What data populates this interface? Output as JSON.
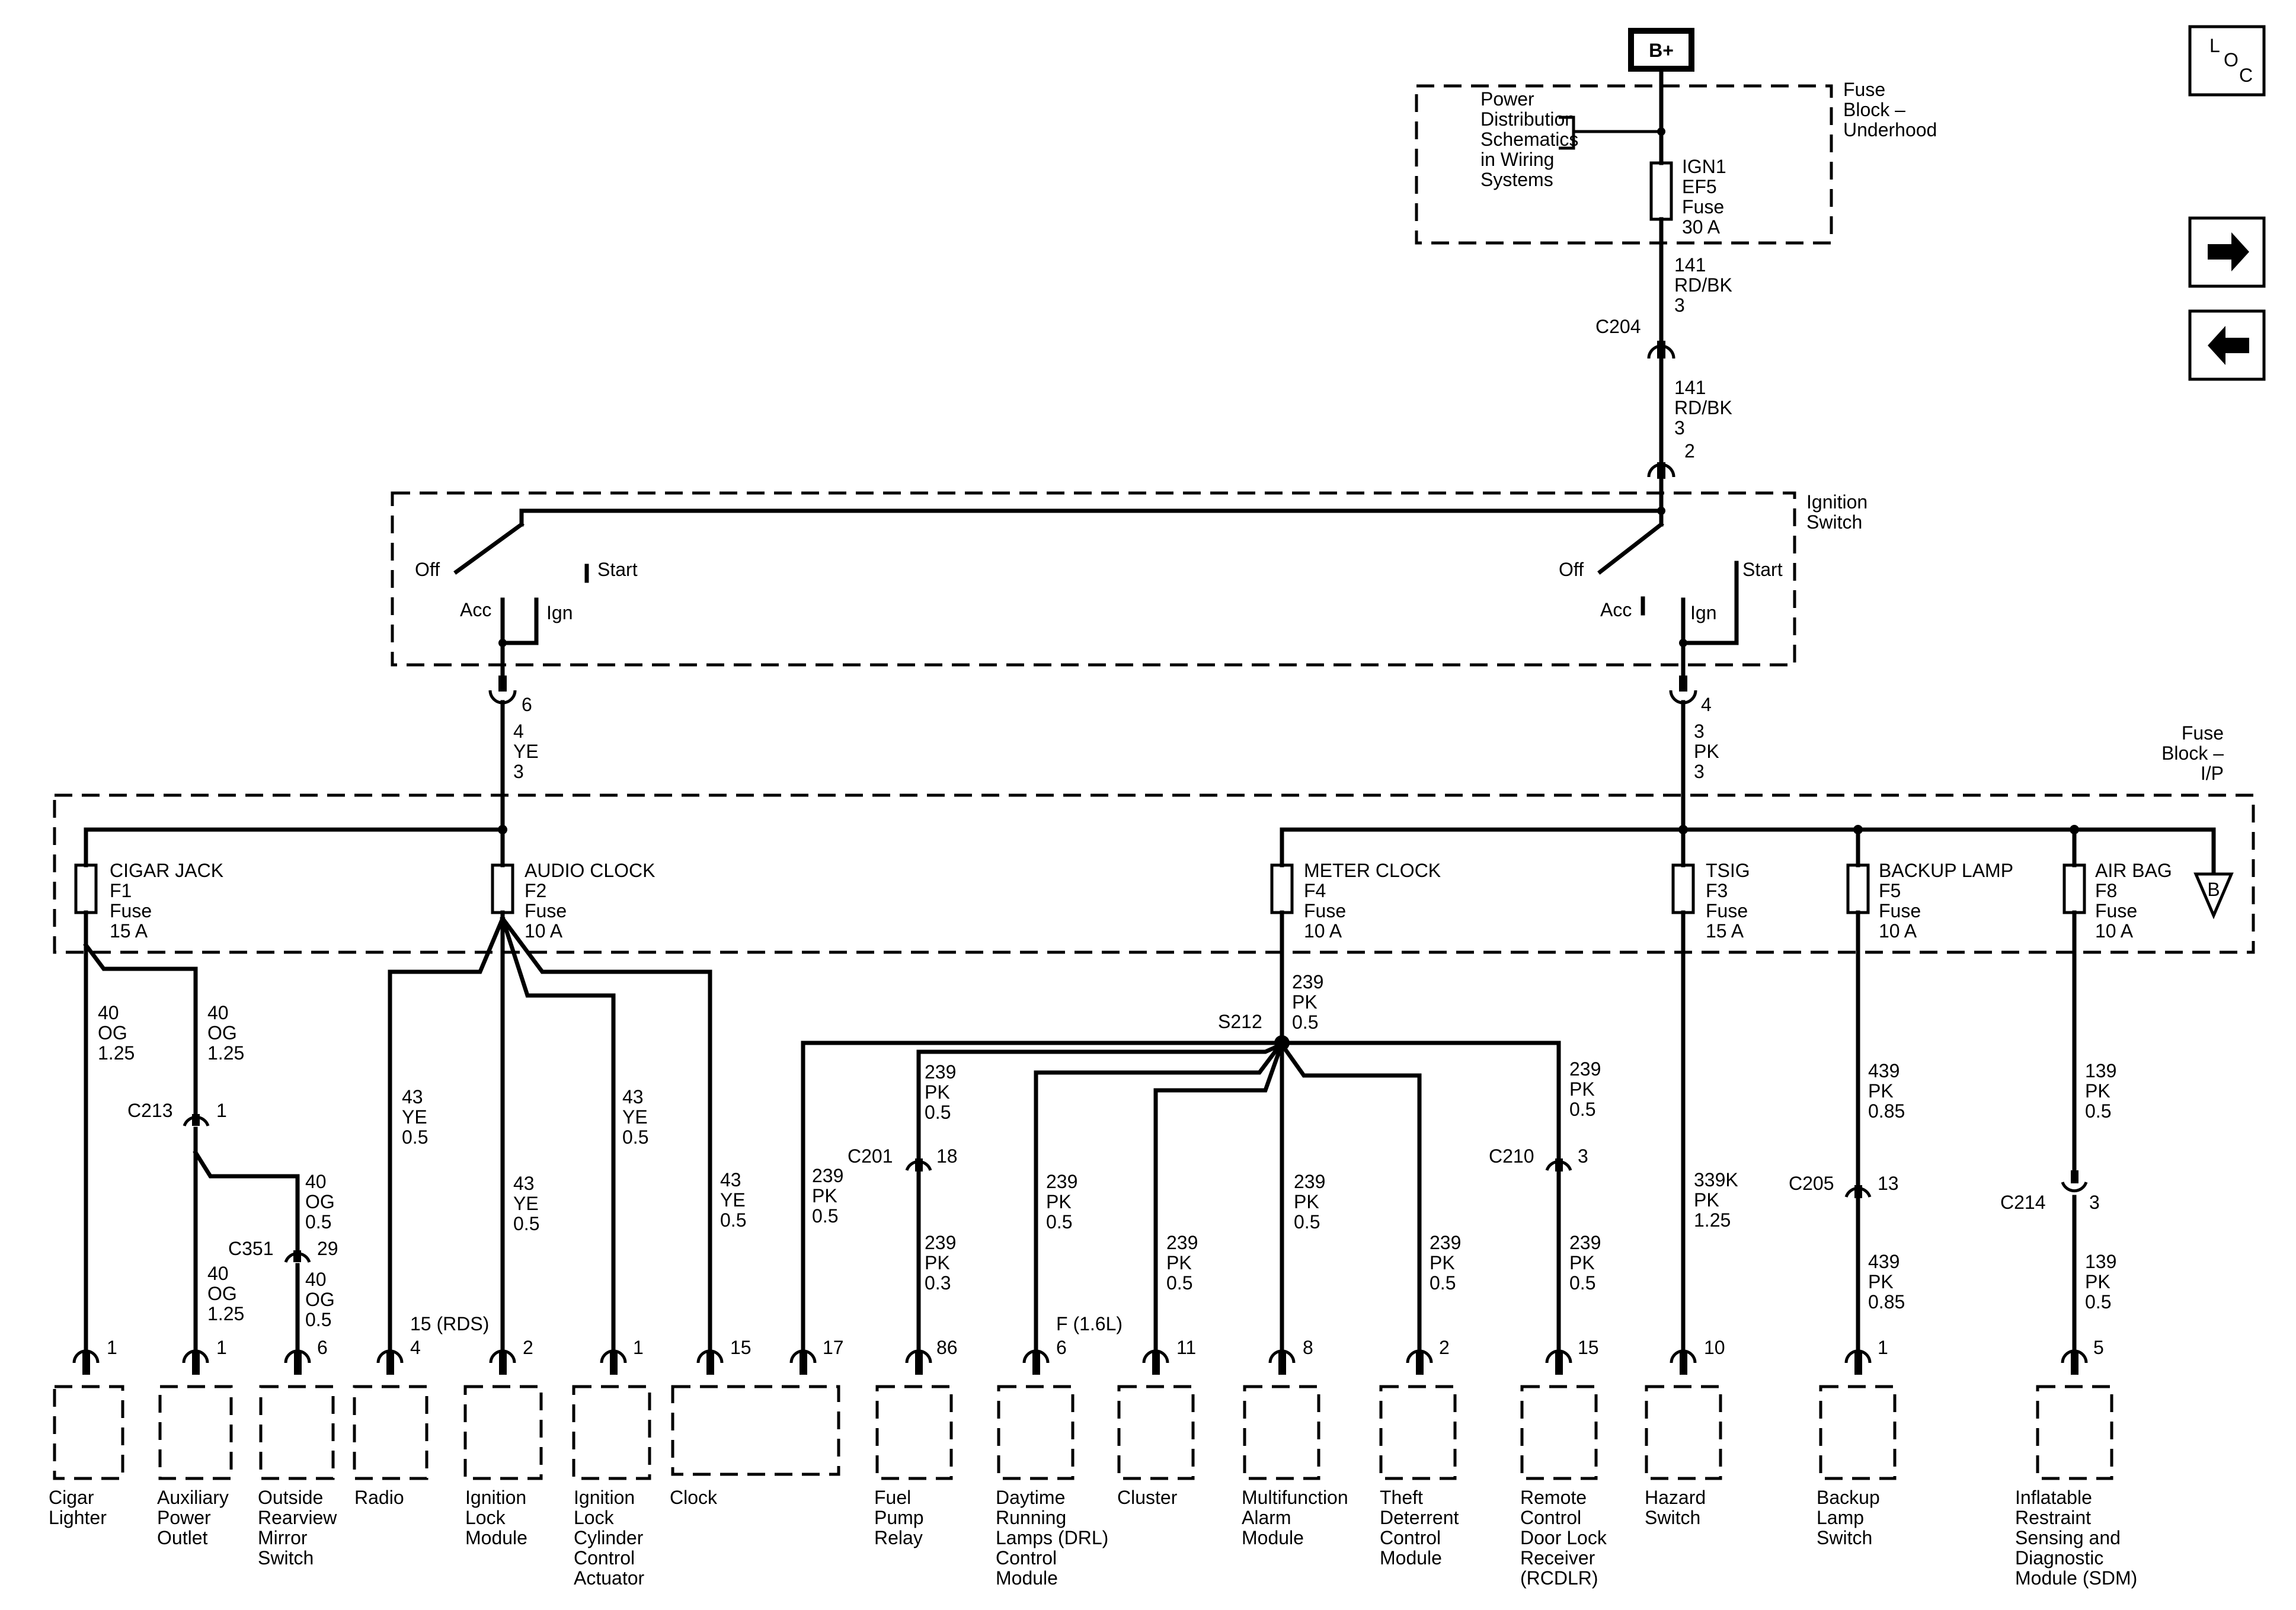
{
  "power": {
    "battery": "B+",
    "pd_schematic": [
      "Power",
      "Distribution",
      "Schematics",
      "in Wiring",
      "Systems"
    ],
    "underhood_box": [
      "Fuse",
      "Block –",
      "Underhood"
    ],
    "ign1_fuse": [
      "IGN1",
      "EF5",
      "Fuse",
      "30 A"
    ],
    "wire_141_upper": [
      "141",
      "RD/BK",
      "3"
    ],
    "wire_141_lower": [
      "141",
      "RD/BK",
      "3"
    ],
    "c204": "C204",
    "pin2": "2"
  },
  "ignition_switch": {
    "title": [
      "Ignition",
      "Switch"
    ],
    "left": {
      "off": "Off",
      "start": "Start",
      "acc": "Acc",
      "ign": "Ign"
    },
    "right": {
      "off": "Off",
      "start": "Start",
      "acc": "Acc",
      "ign": "Ign"
    },
    "pin6": "6",
    "pin4": "4",
    "wire_left": [
      "4",
      "YE",
      "3"
    ],
    "wire_right": [
      "3",
      "PK",
      "3"
    ]
  },
  "ip_block": {
    "title": [
      "Fuse",
      "Block –",
      "I/P"
    ],
    "offpage": "B",
    "fuses": [
      {
        "name": "CIGAR JACK",
        "id": "F1",
        "type": "Fuse",
        "rating": "15 A"
      },
      {
        "name": "AUDIO CLOCK",
        "id": "F2",
        "type": "Fuse",
        "rating": "10 A"
      },
      {
        "name": "METER CLOCK",
        "id": "F4",
        "type": "Fuse",
        "rating": "10 A"
      },
      {
        "name": "TSIG",
        "id": "F3",
        "type": "Fuse",
        "rating": "15 A"
      },
      {
        "name": "BACKUP LAMP",
        "id": "F5",
        "type": "Fuse",
        "rating": "10 A"
      },
      {
        "name": "AIR BAG",
        "id": "F8",
        "type": "Fuse",
        "rating": "10 A"
      }
    ]
  },
  "wires": {
    "w40_a": [
      "40",
      "OG",
      "1.25"
    ],
    "w40_b": [
      "40",
      "OG",
      "1.25"
    ],
    "w40_c": [
      "40",
      "OG",
      "1.25"
    ],
    "w40_d": [
      "40",
      "OG",
      "0.5"
    ],
    "w40_e": [
      "40",
      "OG",
      "0.5"
    ],
    "w43_a": [
      "43",
      "YE",
      "0.5"
    ],
    "w43_b": [
      "43",
      "YE",
      "0.5"
    ],
    "w43_c": [
      "43",
      "YE",
      "0.5"
    ],
    "w43_d": [
      "43",
      "YE",
      "0.5"
    ],
    "w239_main": [
      "239",
      "PK",
      "0.5"
    ],
    "w239_clock": [
      "239",
      "PK",
      "0.5"
    ],
    "w239_fp_a": [
      "239",
      "PK",
      "0.5"
    ],
    "w239_fp_b": [
      "239",
      "PK",
      "0.3"
    ],
    "w239_drl": [
      "239",
      "PK",
      "0.5"
    ],
    "w239_cluster": [
      "239",
      "PK",
      "0.5"
    ],
    "w239_alarm": [
      "239",
      "PK",
      "0.5"
    ],
    "w239_theft": [
      "239",
      "PK",
      "0.5"
    ],
    "w239_rc_a": [
      "239",
      "PK",
      "0.5"
    ],
    "w239_rc_b": [
      "239",
      "PK",
      "0.5"
    ],
    "w339": [
      "339K",
      "PK",
      "1.25"
    ],
    "w439_a": [
      "439",
      "PK",
      "0.85"
    ],
    "w439_b": [
      "439",
      "PK",
      "0.85"
    ],
    "w139_a": [
      "139",
      "PK",
      "0.5"
    ],
    "w139_b": [
      "139",
      "PK",
      "0.5"
    ]
  },
  "connectors": {
    "c213": "C213",
    "c213_pin": "1",
    "c351": "C351",
    "c351_pin": "29",
    "c201": "C201",
    "c201_pin": "18",
    "c210": "C210",
    "c210_pin": "3",
    "c205": "C205",
    "c205_pin": "13",
    "c214": "C214",
    "c214_pin": "3",
    "s212": "S212",
    "rds": "15 (RDS)",
    "drl_variant": "F (1.6L)"
  },
  "components": [
    {
      "pin": "1",
      "label": [
        "Cigar",
        "Lighter"
      ]
    },
    {
      "pin": "1",
      "label": [
        "Auxiliary",
        "Power",
        "Outlet"
      ]
    },
    {
      "pin": "6",
      "label": [
        "Outside",
        "Rearview",
        "Mirror",
        "Switch"
      ]
    },
    {
      "pin": "4",
      "label": [
        "Radio"
      ]
    },
    {
      "pin": "2",
      "label": [
        "Ignition",
        "Lock",
        "Module"
      ]
    },
    {
      "pin": "1",
      "label": [
        "Ignition",
        "Lock",
        "Cylinder",
        "Control",
        "Actuator"
      ]
    },
    {
      "pin": "15",
      "pin2": "17",
      "label": [
        "Clock"
      ]
    },
    {
      "pin": "86",
      "label": [
        "Fuel",
        "Pump",
        "Relay"
      ]
    },
    {
      "pin": "6",
      "label": [
        "Daytime",
        "Running",
        "Lamps (DRL)",
        "Control",
        "Module"
      ]
    },
    {
      "pin": "11",
      "label": [
        "Cluster"
      ]
    },
    {
      "pin": "8",
      "label": [
        "Multifunction",
        "Alarm",
        "Module"
      ]
    },
    {
      "pin": "2",
      "label": [
        "Theft",
        "Deterrent",
        "Control",
        "Module"
      ]
    },
    {
      "pin": "15",
      "label": [
        "Remote",
        "Control",
        "Door Lock",
        "Receiver",
        "(RCDLR)"
      ]
    },
    {
      "pin": "10",
      "label": [
        "Hazard",
        "Switch"
      ]
    },
    {
      "pin": "1",
      "label": [
        "Backup",
        "Lamp",
        "Switch"
      ]
    },
    {
      "pin": "5",
      "label": [
        "Inflatable",
        "Restraint",
        "Sensing and",
        "Diagnostic",
        "Module (SDM)"
      ]
    }
  ],
  "nav": {
    "loc": {
      "l": "L",
      "o": "O",
      "c": "C"
    },
    "next_icon": "arrow-right-icon",
    "prev_icon": "arrow-left-icon"
  }
}
